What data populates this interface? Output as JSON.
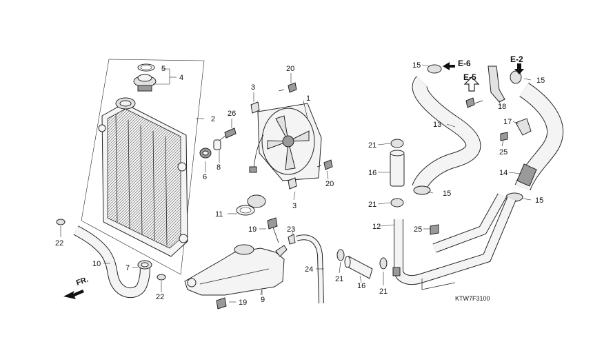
{
  "callouts": {
    "c1": "1",
    "c2": "2",
    "c3a": "3",
    "c3b": "3",
    "c4": "4",
    "c5": "5",
    "c6": "6",
    "c7": "7",
    "c8": "8",
    "c9": "9",
    "c10": "10",
    "c11": "11",
    "c12": "12",
    "c13": "13",
    "c14": "14",
    "c15a": "15",
    "c15b": "15",
    "c15c": "15",
    "c15d": "15",
    "c16a": "16",
    "c16b": "16",
    "c17": "17",
    "c18": "18",
    "c19a": "19",
    "c19b": "19",
    "c20a": "20",
    "c20b": "20",
    "c21a": "21",
    "c21b": "21",
    "c21c": "21",
    "c21d": "21",
    "c22a": "22",
    "c22b": "22",
    "c23": "23",
    "c24": "24",
    "c25a": "25",
    "c25b": "25",
    "c26": "26"
  },
  "refs": {
    "e6": "E-6",
    "e5": "E-5",
    "e2": "E-2"
  },
  "front_label": "FR.",
  "diagram_code": "KTW7F3100"
}
